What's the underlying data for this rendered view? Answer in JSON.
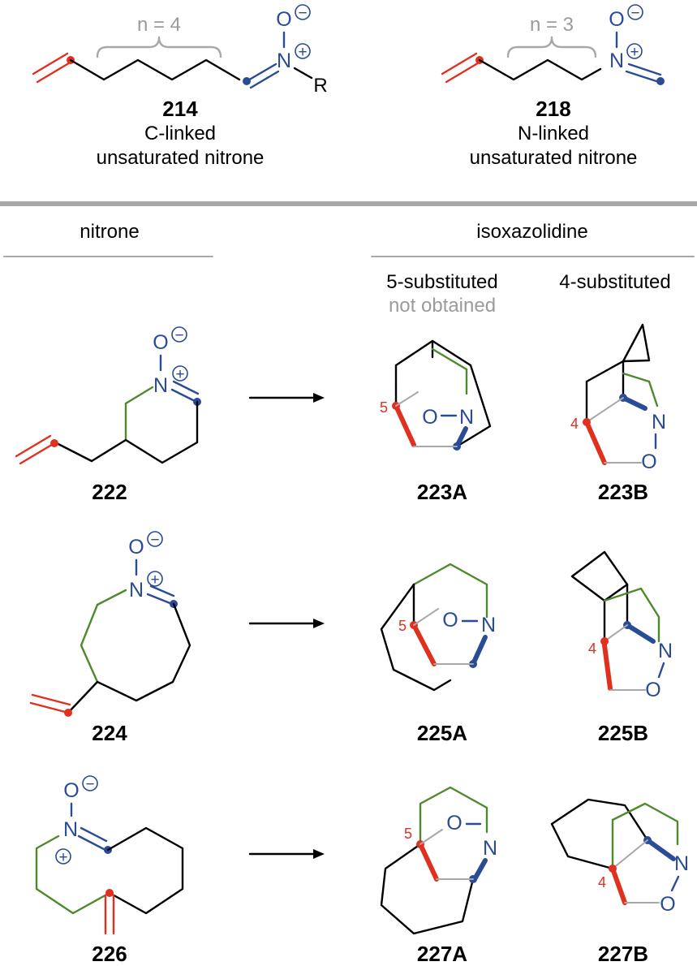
{
  "top": {
    "c_linked": {
      "n_label": "n = 4",
      "atom_n": "N",
      "atom_o": "O",
      "r_group": "R",
      "compound": "214",
      "line1": "C-linked",
      "line2": "unsaturated nitrone"
    },
    "n_linked": {
      "n_label": "n = 3",
      "atom_n": "N",
      "atom_o": "O",
      "compound": "218",
      "line1": "N-linked",
      "line2": "unsaturated nitrone"
    }
  },
  "headers": {
    "nitrone": "nitrone",
    "isoxazolidine": "isoxazolidine",
    "five_sub": "5-substituted",
    "not_obtained": "not obtained",
    "four_sub": "4-substituted"
  },
  "rows": [
    {
      "nitrone": "222",
      "product_a": "223A",
      "product_b": "223B"
    },
    {
      "nitrone": "224",
      "product_a": "225A",
      "product_b": "225B"
    },
    {
      "nitrone": "226",
      "product_a": "227A",
      "product_b": "227B"
    }
  ],
  "atoms": {
    "n": "N",
    "o": "O",
    "plus": "+",
    "minus": "−"
  },
  "positions": {
    "five": "5",
    "four": "4"
  },
  "colors": {
    "alkene": "#e0301e",
    "nitrone": "#2a4b96",
    "tether": "#4e8a2c",
    "muted": "#9b9b9b",
    "divider": "#a8a8a8"
  }
}
